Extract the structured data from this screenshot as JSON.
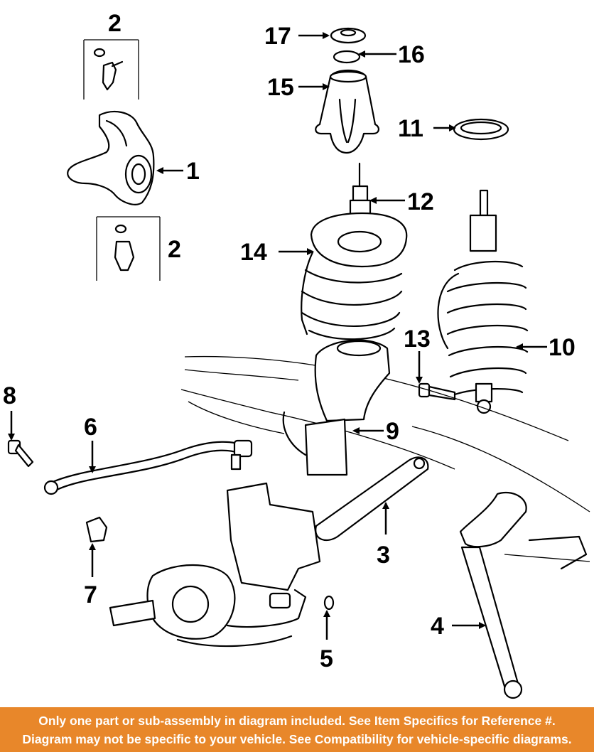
{
  "callouts": [
    {
      "id": "1",
      "label": "1"
    },
    {
      "id": "2a",
      "label": "2"
    },
    {
      "id": "2b",
      "label": "2"
    },
    {
      "id": "3",
      "label": "3"
    },
    {
      "id": "4",
      "label": "4"
    },
    {
      "id": "5",
      "label": "5"
    },
    {
      "id": "6",
      "label": "6"
    },
    {
      "id": "7",
      "label": "7"
    },
    {
      "id": "8",
      "label": "8"
    },
    {
      "id": "9",
      "label": "9"
    },
    {
      "id": "10",
      "label": "10"
    },
    {
      "id": "11",
      "label": "11"
    },
    {
      "id": "12",
      "label": "12"
    },
    {
      "id": "13",
      "label": "13"
    },
    {
      "id": "14",
      "label": "14"
    },
    {
      "id": "15",
      "label": "15"
    },
    {
      "id": "16",
      "label": "16"
    },
    {
      "id": "17",
      "label": "17"
    }
  ],
  "footer": {
    "line1": "Only one part or sub-assembly in diagram included. See Item Specifics for Reference #.",
    "line2": "Diagram may not be specific to your vehicle. See Compatibility for vehicle-specific diagrams."
  },
  "colors": {
    "banner": "#e8872a",
    "banner_text": "#ffffff",
    "line": "#000000"
  }
}
